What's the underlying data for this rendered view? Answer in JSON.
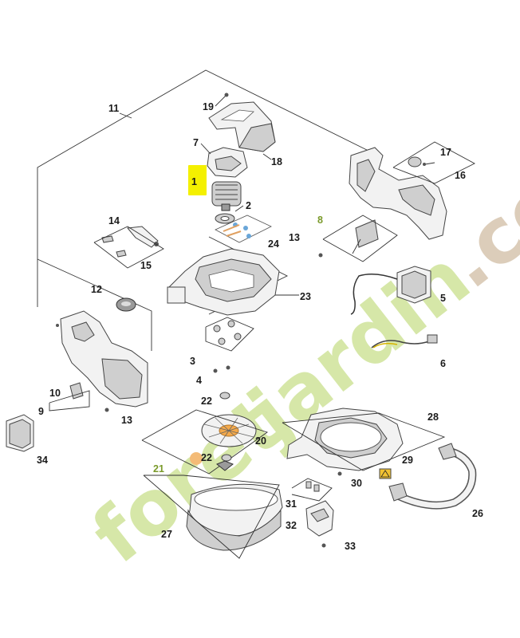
{
  "diagram": {
    "highlight_color": "#f4f000",
    "callouts": {
      "c1": "1",
      "c2": "2",
      "c3": "3",
      "c4": "4",
      "c5": "5",
      "c6": "6",
      "c7": "7",
      "c8": "8",
      "c9": "9",
      "c10": "10",
      "c11": "11",
      "c12": "12",
      "c13a": "13",
      "c13b": "13",
      "c14": "14",
      "c15": "15",
      "c16": "16",
      "c17": "17",
      "c18": "18",
      "c19": "19",
      "c20": "20",
      "c21": "21",
      "c22a": "22",
      "c22b": "22",
      "c23": "23",
      "c24": "24",
      "c26": "26",
      "c27": "27",
      "c28": "28",
      "c29": "29",
      "c30": "30",
      "c31": "31",
      "c32": "32",
      "c33": "33",
      "c34": "34"
    },
    "watermark": {
      "text": "foretjardin.com",
      "color_green": "#c8dc8c",
      "color_brown": "#c9b59a",
      "color_orange": "#f0a340"
    }
  }
}
